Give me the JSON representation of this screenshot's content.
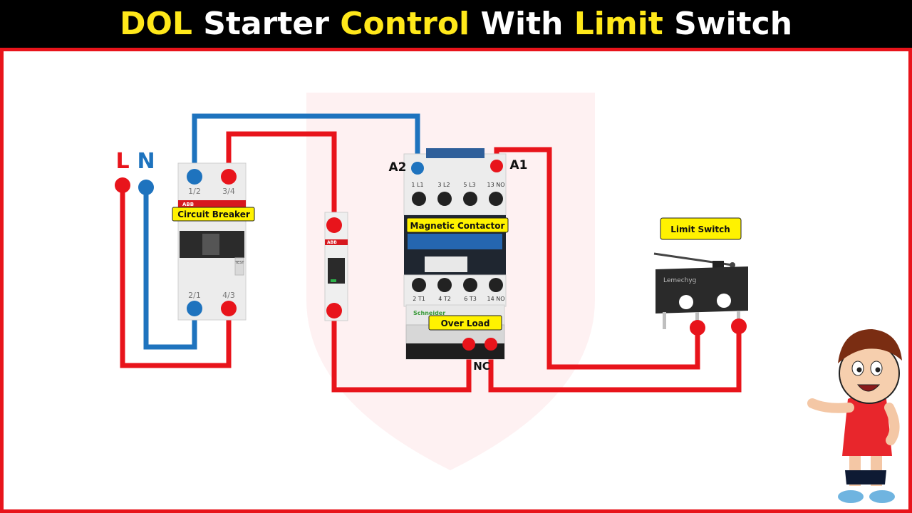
{
  "title": {
    "part1": "DOL",
    "part2": " Starter ",
    "part3": "Control",
    "part4": " With ",
    "part5": "Limit",
    "part6": " Switch"
  },
  "supply": {
    "line": "L",
    "neutral": "N"
  },
  "breaker": {
    "label": "Circuit Breaker",
    "brand": "ABB",
    "terminal_top_left": "1/2",
    "terminal_top_right": "3/4",
    "terminal_bottom_left": "2/1",
    "terminal_bottom_right": "4/3",
    "test_label": "TEST"
  },
  "mcb": {
    "brand": "ABB"
  },
  "contactor": {
    "label": "Magnetic Contactor",
    "coil_left": "A2",
    "coil_right": "A1",
    "top_terminals": [
      "1 L1",
      "3 L2",
      "5 L3",
      "13 NO"
    ],
    "bottom_terminals": [
      "2 T1",
      "4 T2",
      "6 T3",
      "14 NO"
    ],
    "brand": "Schneider"
  },
  "overload": {
    "label": "Over Load",
    "contact": "NC"
  },
  "limit_switch": {
    "label": "Limit Switch",
    "brand": "Lemechyg"
  },
  "colors": {
    "accent": "#e8141b",
    "neutral_wire": "#1e73be",
    "title_highlight": "#ffe81a",
    "tag_bg": "#fff200"
  }
}
